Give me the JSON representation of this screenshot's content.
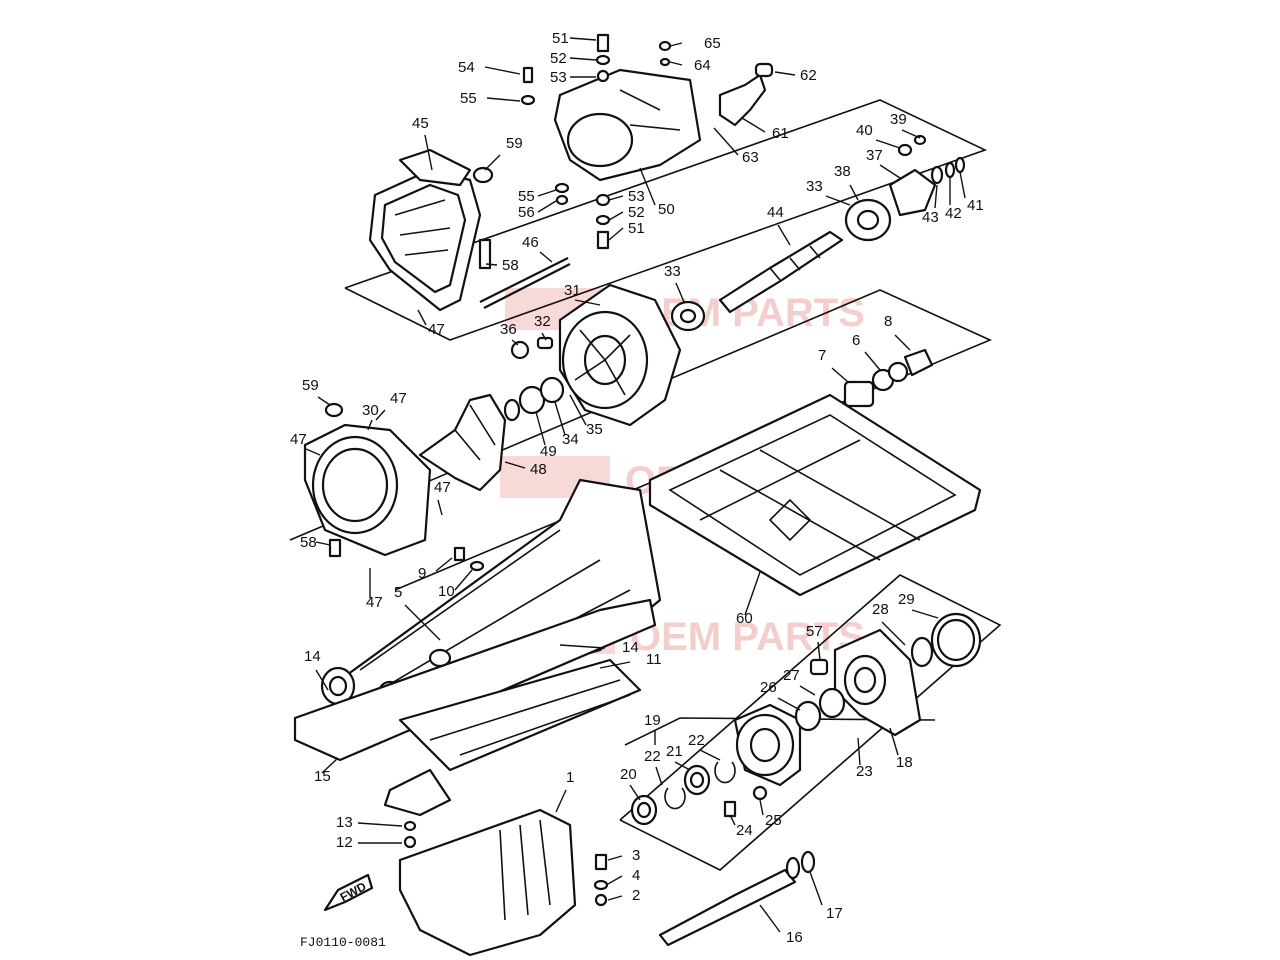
{
  "diagram": {
    "drawing_code": "FJ0110-0081",
    "direction_label": "FWD",
    "watermark": "OEM PARTS",
    "callouts": [
      {
        "num": "51"
      },
      {
        "num": "52"
      },
      {
        "num": "53"
      },
      {
        "num": "54"
      },
      {
        "num": "55"
      },
      {
        "num": "65"
      },
      {
        "num": "64"
      },
      {
        "num": "62"
      },
      {
        "num": "61"
      },
      {
        "num": "63"
      },
      {
        "num": "45"
      },
      {
        "num": "59"
      },
      {
        "num": "55"
      },
      {
        "num": "56"
      },
      {
        "num": "53"
      },
      {
        "num": "52"
      },
      {
        "num": "51"
      },
      {
        "num": "50"
      },
      {
        "num": "39"
      },
      {
        "num": "40"
      },
      {
        "num": "37"
      },
      {
        "num": "38"
      },
      {
        "num": "33"
      },
      {
        "num": "43"
      },
      {
        "num": "42"
      },
      {
        "num": "41"
      },
      {
        "num": "44"
      },
      {
        "num": "46"
      },
      {
        "num": "58"
      },
      {
        "num": "47"
      },
      {
        "num": "33"
      },
      {
        "num": "31"
      },
      {
        "num": "32"
      },
      {
        "num": "36"
      },
      {
        "num": "8"
      },
      {
        "num": "6"
      },
      {
        "num": "7"
      },
      {
        "num": "59"
      },
      {
        "num": "30"
      },
      {
        "num": "47"
      },
      {
        "num": "47"
      },
      {
        "num": "49"
      },
      {
        "num": "34"
      },
      {
        "num": "35"
      },
      {
        "num": "48"
      },
      {
        "num": "47"
      },
      {
        "num": "58"
      },
      {
        "num": "9"
      },
      {
        "num": "10"
      },
      {
        "num": "47"
      },
      {
        "num": "5"
      },
      {
        "num": "60"
      },
      {
        "num": "14"
      },
      {
        "num": "14"
      },
      {
        "num": "11"
      },
      {
        "num": "15"
      },
      {
        "num": "57"
      },
      {
        "num": "28"
      },
      {
        "num": "29"
      },
      {
        "num": "27"
      },
      {
        "num": "26"
      },
      {
        "num": "19"
      },
      {
        "num": "22"
      },
      {
        "num": "21"
      },
      {
        "num": "22"
      },
      {
        "num": "20"
      },
      {
        "num": "23"
      },
      {
        "num": "18"
      },
      {
        "num": "25"
      },
      {
        "num": "24"
      },
      {
        "num": "1"
      },
      {
        "num": "13"
      },
      {
        "num": "12"
      },
      {
        "num": "3"
      },
      {
        "num": "4"
      },
      {
        "num": "2"
      },
      {
        "num": "17"
      },
      {
        "num": "16"
      }
    ]
  }
}
